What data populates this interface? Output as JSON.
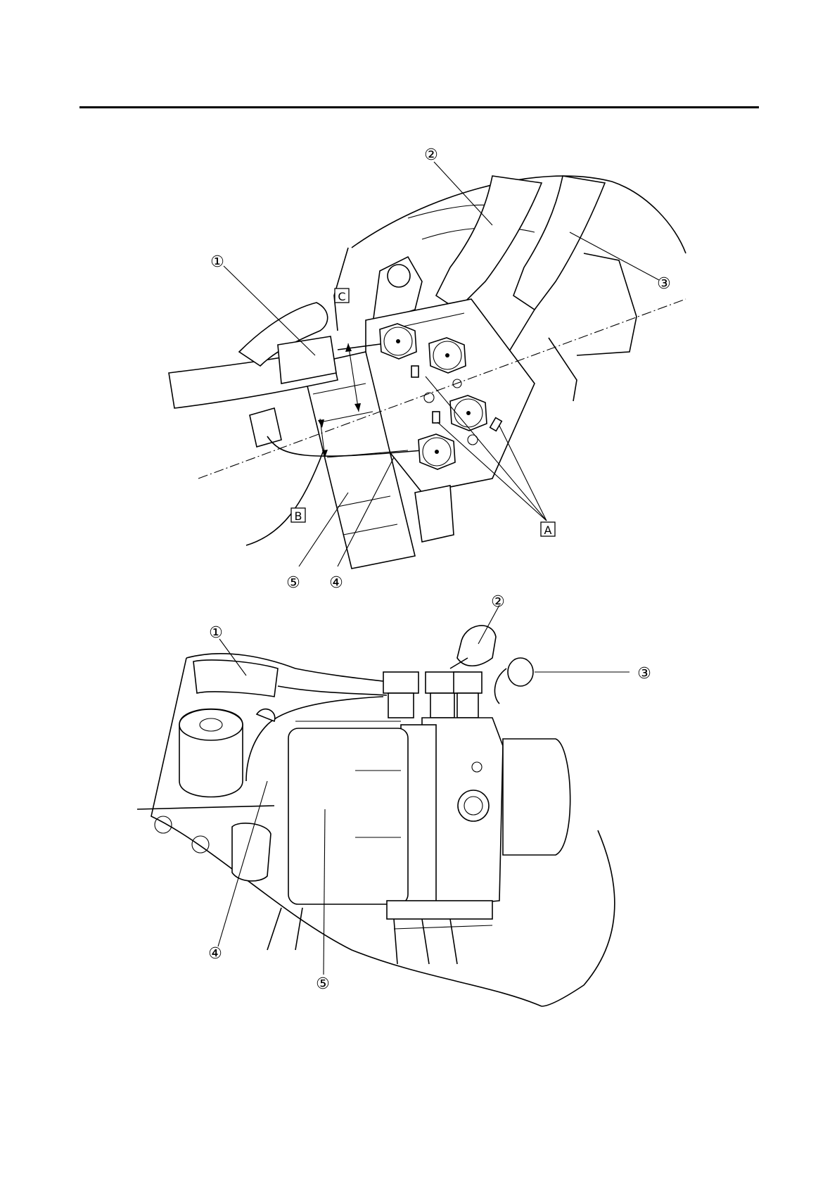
{
  "figure_top": {
    "callouts": [
      "①",
      "②",
      "③",
      "④",
      "⑤"
    ],
    "boxed_labels": [
      "A",
      "B",
      "C"
    ]
  },
  "figure_bottom": {
    "callouts": [
      "①",
      "②",
      "③",
      "④",
      "⑤"
    ]
  }
}
